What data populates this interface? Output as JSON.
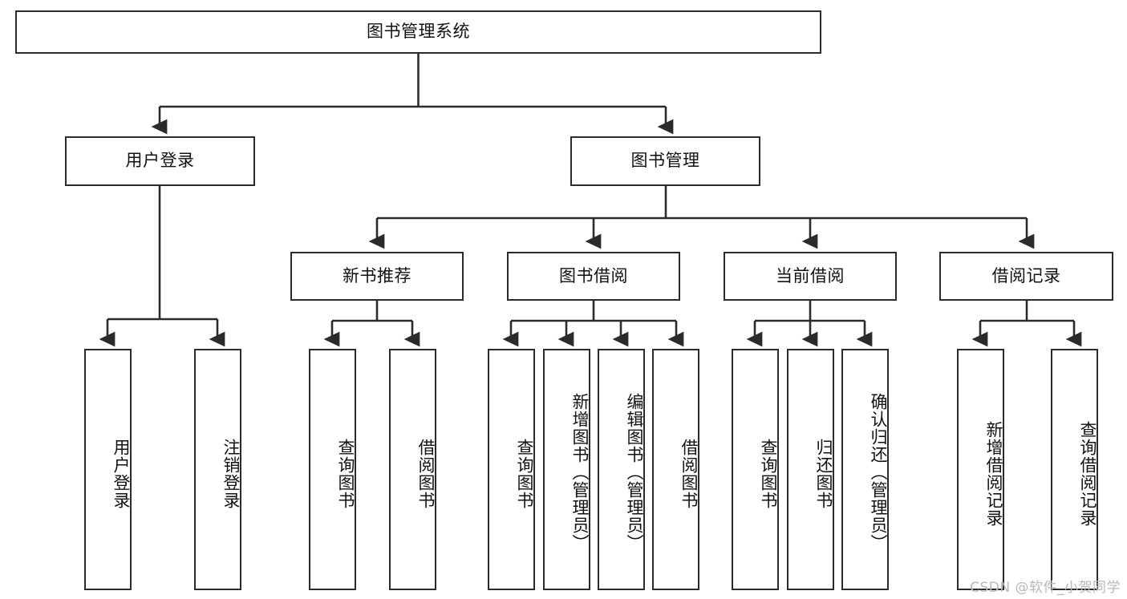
{
  "diagram": {
    "title": "图书管理系统",
    "type": "tree-hierarchy-chart",
    "orientation": "top-down",
    "colors": {
      "box_border": "#2b2b2b",
      "box_fill": "#ffffff",
      "edge": "#2b2b2b",
      "text": "#111111",
      "watermark": "#b9b9b9",
      "background": "#ffffff"
    },
    "root": {
      "label": "图书管理系统"
    },
    "level2": [
      {
        "label": "用户登录"
      },
      {
        "label": "图书管理"
      }
    ],
    "level3": [
      {
        "label": "新书推荐"
      },
      {
        "label": "图书借阅"
      },
      {
        "label": "当前借阅"
      },
      {
        "label": "借阅记录"
      }
    ],
    "leaves": {
      "user_login": [
        {
          "label": "用户登录"
        },
        {
          "label": "注销登录"
        }
      ],
      "new_book_recommend": [
        {
          "label": "查询图书"
        },
        {
          "label": "借阅图书"
        }
      ],
      "book_borrow": [
        {
          "label": "查询图书"
        },
        {
          "label": "新增图书（管理员）"
        },
        {
          "label": "编辑图书（管理员）"
        },
        {
          "label": "借阅图书"
        }
      ],
      "current_borrow": [
        {
          "label": "查询图书"
        },
        {
          "label": "归还图书"
        },
        {
          "label": "确认归还（管理员）"
        }
      ],
      "borrow_record": [
        {
          "label": "新增借阅记录"
        },
        {
          "label": "查询借阅记录"
        }
      ]
    }
  },
  "watermark": {
    "text": "CSDN @软件_小贺同学"
  }
}
